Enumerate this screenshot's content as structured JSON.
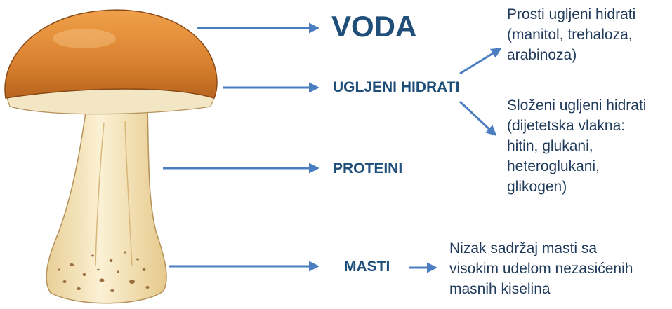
{
  "colors": {
    "label": "#1f4e79",
    "note": "#1f3a5a",
    "arrow": "#4a7ec0",
    "cap": "#d9812f",
    "stem": "#f5e4b8"
  },
  "main": {
    "voda": "VODA",
    "ugljeni_hidrati": "UGLJENI HIDRATI",
    "proteini": "PROTEINI",
    "masti": "MASTI"
  },
  "notes": {
    "prosti": [
      "Prosti ugljeni hidrati",
      "(manitol, trehaloza,",
      "arabinoza)"
    ],
    "slozeni": [
      "Složeni ugljeni hidrati",
      "(dijetetska vlakna:",
      "hitin, glukani,",
      "heteroglukani,",
      "glikogen)"
    ],
    "masti": [
      "Nizak sadržaj masti sa",
      "visokim udelom nezasićenih",
      "masnih kiselina"
    ]
  },
  "icons": {
    "mushroom": "boletus-mushroom-illustration",
    "arrows": "right-arrow-icon"
  }
}
